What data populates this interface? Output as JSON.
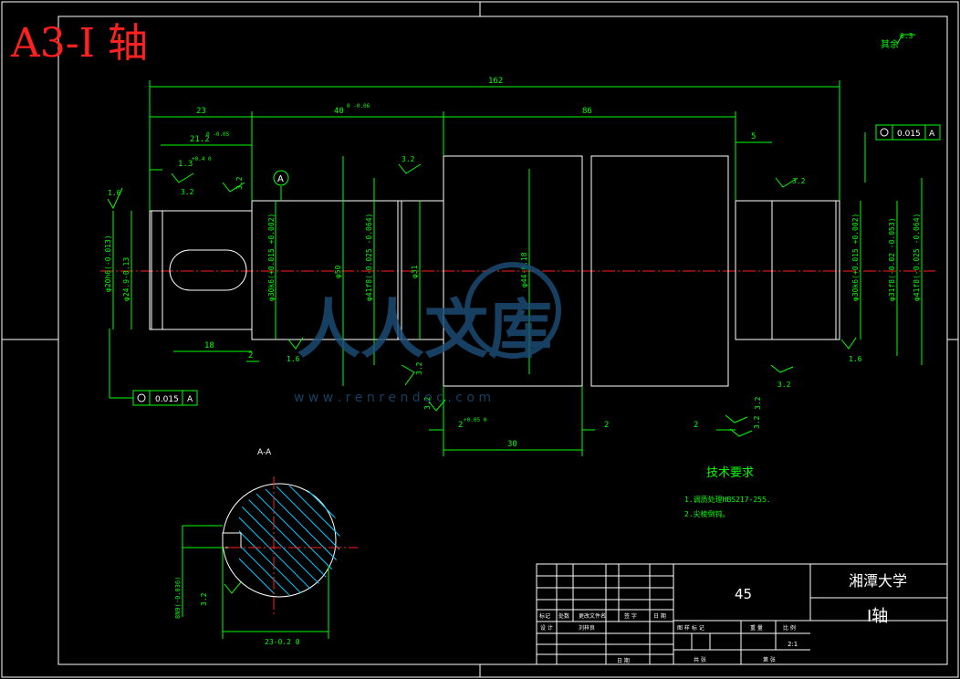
{
  "header": {
    "title": "A3-Ⅰ 轴"
  },
  "roughness_note": {
    "label": "其余",
    "value": "6.3"
  },
  "section": {
    "label": "A-A",
    "marker": "A"
  },
  "dims": {
    "total": "162",
    "d23": "23",
    "d40": "40",
    "tol40": "0 -0.06",
    "d86": "86",
    "d5": "5",
    "d21": "21.2",
    "tol21": "0 -0.05",
    "d13": "1.3",
    "tol13": "+0.4 0",
    "d18": "18",
    "d2": "2",
    "d30": "30",
    "d2a": "2",
    "d2b": "2",
    "d2c": "2",
    "tol2": "+0.05 0",
    "d23b": "23-0.2 0",
    "phi20": "φ20h6(-0.013)",
    "phi249": "φ24.9-0.13",
    "phi30": "φ30k6(+0.015 +0.002)",
    "phi50": "φ50",
    "phi41": "φ41f8(-0.025 -0.064)",
    "phi31": "φ31",
    "phi44": "φ44-0.18",
    "phi30b": "φ30k6(+0.015 +0.002)",
    "phi31b": "φ31f8(-0.02 -0.053)",
    "phi41b": "φ41f8(-0.025 -0.064)",
    "key": "8N9(-0.036)"
  },
  "rough": {
    "r16a": "1.6",
    "r32a": "3.2",
    "r32b": "3.2",
    "r32c": "3.2",
    "r16b": "1.6",
    "r32d": "3.2",
    "r16c": "1.6",
    "r32e": "3.2",
    "r32f": "3.2",
    "r32g": "3.2",
    "r32h": "3.2",
    "r32i": "3.2",
    "r32j": "3.2"
  },
  "tolerance_frames": [
    {
      "value": "0.015",
      "datum": "A"
    },
    {
      "value": "0.015",
      "datum": "A"
    }
  ],
  "tech": {
    "title": "技术要求",
    "items": [
      "1.调质处理HBS217-255.",
      "2.尖棱倒钝。"
    ]
  },
  "title_block": {
    "material": "45",
    "school": "湘潭大学",
    "part": "Ⅰ轴",
    "scale": "2:1",
    "header_cells": [
      "标记",
      "处数",
      "更改文件名",
      "签 字",
      "日 期"
    ],
    "row2": [
      "设 计",
      "刘梓良"
    ],
    "stage_labels": [
      "图 样 标 记",
      "重 量",
      "比 例"
    ],
    "bottom_labels": [
      "共  张",
      "第  张"
    ],
    "date_label": "日 期"
  },
  "watermark": {
    "text": "人人文库",
    "url": "w w w . r e n r e n d o c . c o m"
  },
  "colors": {
    "outline": "#ffffff",
    "dim": "#00ff00",
    "center": "#ff2020",
    "section": "#00c8ff"
  }
}
